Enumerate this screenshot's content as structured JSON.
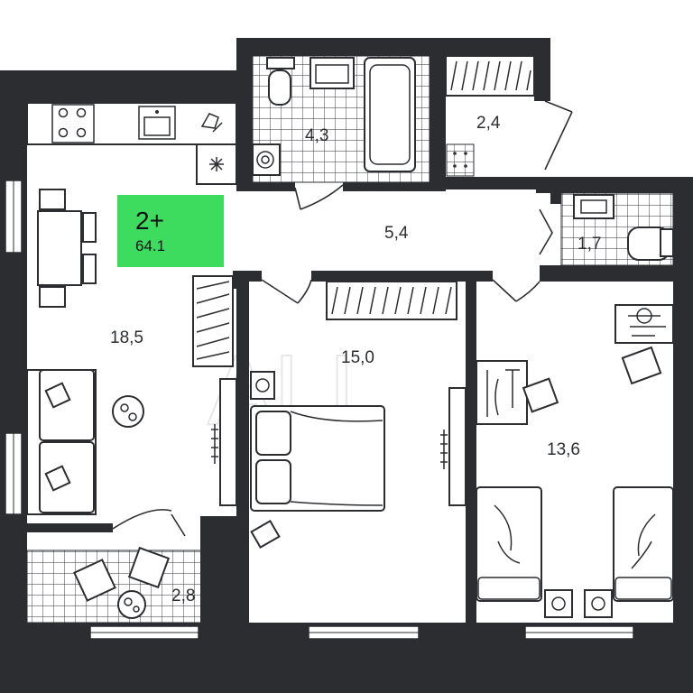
{
  "apartment": {
    "rooms_label": "2+",
    "total_area": "64.1",
    "badge_color": "#3ddc5e"
  },
  "rooms": [
    {
      "id": "kitchen-living",
      "area": "18,5"
    },
    {
      "id": "bathroom",
      "area": "4,3"
    },
    {
      "id": "storage",
      "area": "2,4"
    },
    {
      "id": "hallway",
      "area": "5,4"
    },
    {
      "id": "wc",
      "area": "1,7"
    },
    {
      "id": "bedroom",
      "area": "15,0"
    },
    {
      "id": "kids-room",
      "area": "13,6"
    },
    {
      "id": "balcony",
      "area": "2,8"
    }
  ],
  "colors": {
    "wall": "#2b2d30",
    "background": "#ffffff"
  }
}
